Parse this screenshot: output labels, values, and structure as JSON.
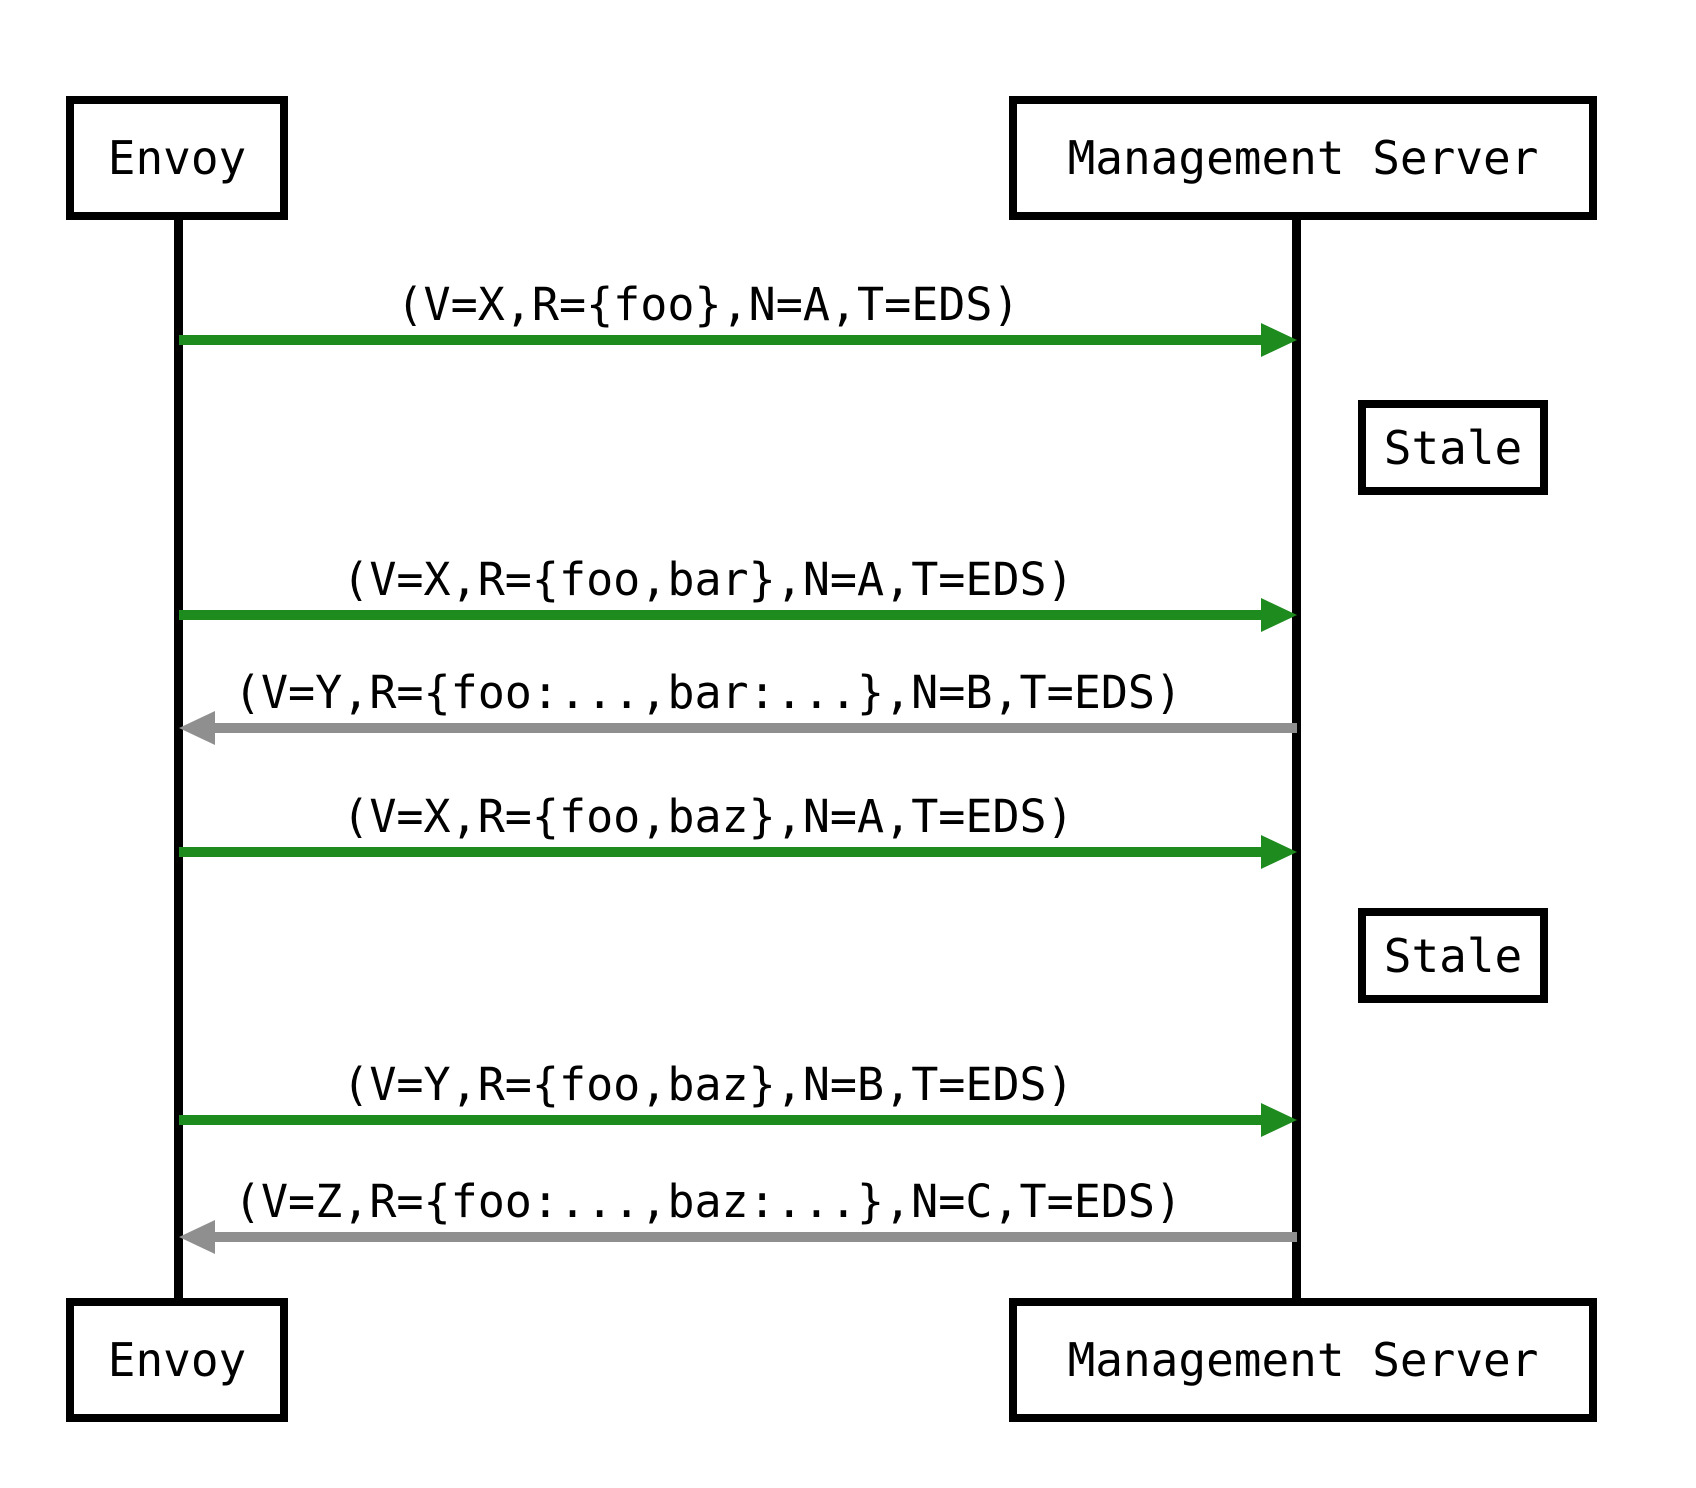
{
  "diagram_title": "xDS EDS resource subscription sequence",
  "colors": {
    "request_arrow": "#1e8b1e",
    "response_arrow": "#8f8f8f",
    "outline": "#000000",
    "background": "#ffffff"
  },
  "actors": {
    "top_left": "Envoy",
    "top_right": "Management Server",
    "bottom_left": "Envoy",
    "bottom_right": "Management Server"
  },
  "messages": [
    {
      "label": "(V=X,R={foo},N=A,T=EDS)",
      "direction": "right",
      "kind": "request"
    },
    {
      "label": "(V=X,R={foo,bar},N=A,T=EDS)",
      "direction": "right",
      "kind": "request"
    },
    {
      "label": "(V=Y,R={foo:...,bar:...},N=B,T=EDS)",
      "direction": "left",
      "kind": "response"
    },
    {
      "label": "(V=X,R={foo,baz},N=A,T=EDS)",
      "direction": "right",
      "kind": "request"
    },
    {
      "label": "(V=Y,R={foo,baz},N=B,T=EDS)",
      "direction": "right",
      "kind": "request"
    },
    {
      "label": "(V=Z,R={foo:...,baz:...},N=C,T=EDS)",
      "direction": "left",
      "kind": "response"
    }
  ],
  "notes": [
    {
      "label": "Stale"
    },
    {
      "label": "Stale"
    }
  ]
}
